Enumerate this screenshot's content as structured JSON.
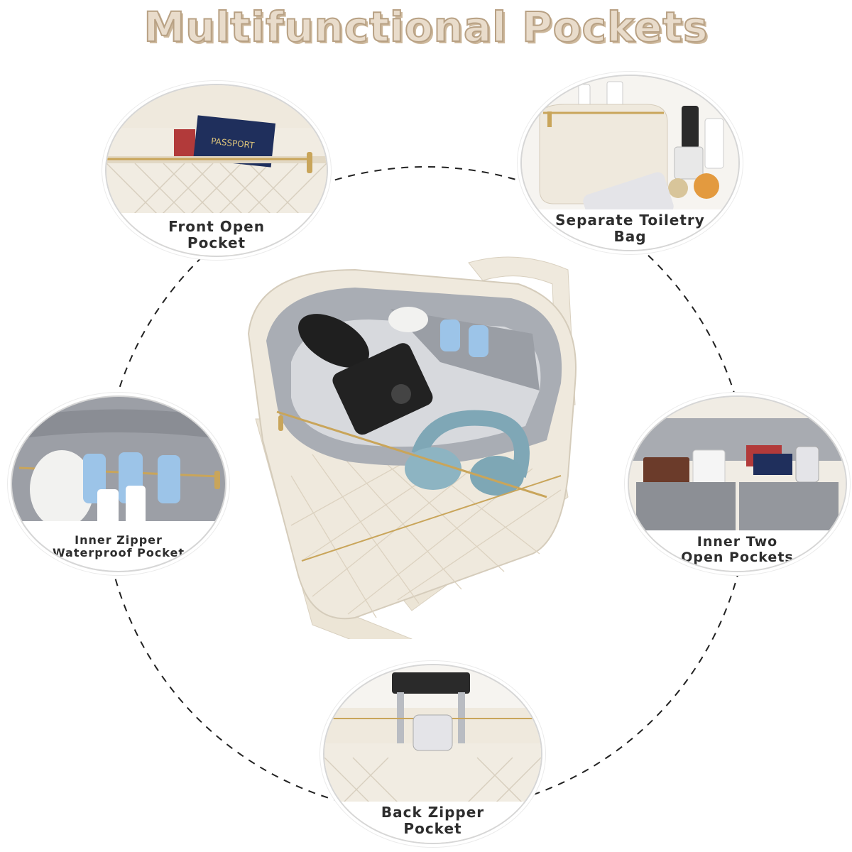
{
  "title": "Multifunctional Pockets",
  "features": {
    "front": {
      "line1": "Front Open",
      "line2": "Pocket",
      "passport": "PASSPORT"
    },
    "toiletry": {
      "line1": "Separate Toiletry",
      "line2": "Bag"
    },
    "inner_zip": {
      "line1": "Inner Zipper",
      "line2": "Waterproof Pocket"
    },
    "inner_two": {
      "line1": "Inner Two",
      "line2": "Open Pockets"
    },
    "back": {
      "line1": "Back Zipper",
      "line2": "Pocket"
    }
  },
  "colors": {
    "bag": "#efe9dd",
    "lining": "#a9adb4",
    "gold": "#c9a55a",
    "title": "#e9dccb"
  }
}
